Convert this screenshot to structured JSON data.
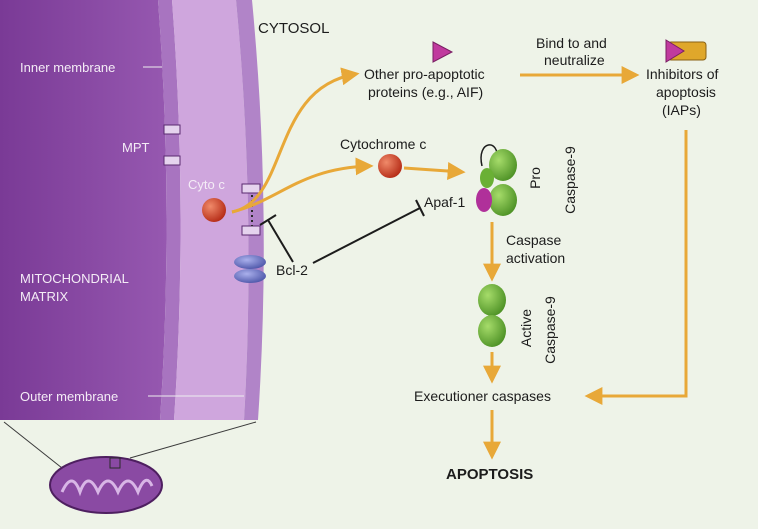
{
  "regions": {
    "cytosol": "CYTOSOL",
    "matrix_line1": "MITOCHONDRIAL",
    "matrix_line2": "MATRIX"
  },
  "membranes": {
    "inner": "Inner membrane",
    "outer": "Outer membrane",
    "mpt": "MPT"
  },
  "molecules": {
    "cyto_c_short": "Cyto c",
    "cytochrome_c": "Cytochrome c",
    "bcl2": "Bcl-2",
    "apaf1": "Apaf-1",
    "other_proteins_line1": "Other pro-apoptotic",
    "other_proteins_line2": "proteins (e.g., AIF)",
    "iaps_line1": "Inhibitors of",
    "iaps_line2": "apoptosis",
    "iaps_line3": "(IAPs)",
    "pro_casp_line1": "Pro",
    "pro_casp_line2": "Caspase-9",
    "active_casp_line1": "Active",
    "active_casp_line2": "Caspase-9"
  },
  "steps": {
    "bind_line1": "Bind to and",
    "bind_line2": "neutralize",
    "casp_act_line1": "Caspase",
    "casp_act_line2": "activation",
    "executioner": "Executioner caspases",
    "apoptosis": "APOPTOSIS"
  },
  "colors": {
    "matrix": "#8a4aa3",
    "intermembrane": "#c9a3d8",
    "membrane": "#a577bd",
    "arrow": "#e8a838",
    "cytochrome": "#d9482e",
    "caspase": "#6ab035",
    "apaf": "#b0309a",
    "bcl2": "#6f77c8"
  }
}
